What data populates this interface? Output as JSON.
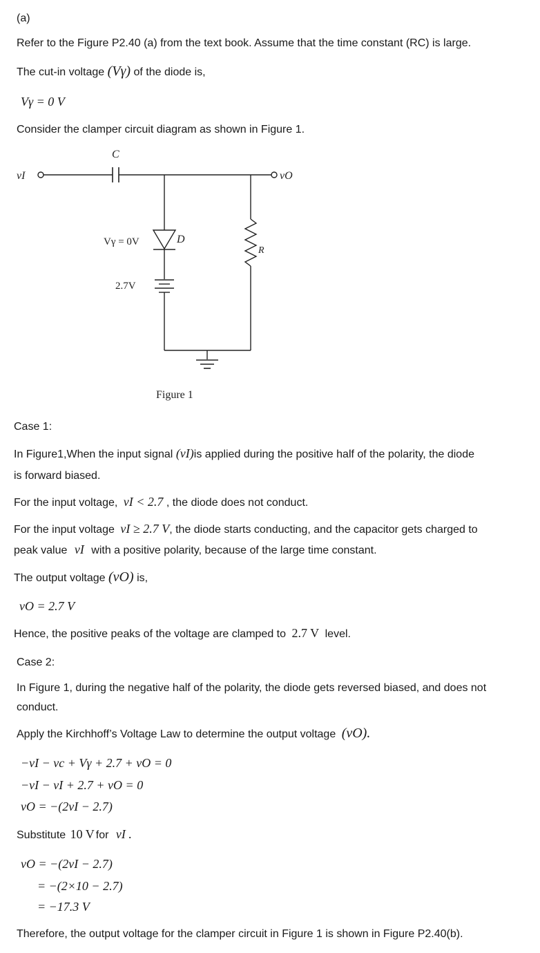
{
  "part_label": "(a)",
  "intro": "Refer to the Figure P2.40 (a) from the text book. Assume that the time constant (RC) is large.",
  "cutin_text": "The cut-in voltage",
  "cutin_symbol": "(Vγ)",
  "cutin_suffix": "of the diode is,",
  "eq_cutin": "Vγ = 0 V",
  "consider": "Consider the clamper circuit diagram as shown in Figure 1.",
  "figure": {
    "label_vi": "vI",
    "label_c": "C",
    "label_vo": "vO",
    "label_vgamma": "Vγ = 0V",
    "label_d": "D",
    "label_r": "R",
    "label_battery": "2.7V",
    "caption": "Figure 1"
  },
  "case1": {
    "heading": "Case 1:",
    "p1a": "In Figure1,When the input signal",
    "p1sym": "(vI)",
    "p1b": "is applied during the positive half of the polarity, the diode",
    "p1c": "is forward biased.",
    "p2a": "For the input voltage,",
    "p2eq": "vI < 2.7",
    "p2b": ", the diode does not conduct.",
    "p3a": "For the input voltage",
    "p3eq": "vI ≥ 2.7 V",
    "p3b": ", the diode starts conducting, and the capacitor gets charged to",
    "p3c": "peak value",
    "p3sym": "vI",
    "p3d": "with a positive polarity, because of the large time constant.",
    "p4a": "The output voltage",
    "p4sym": "(vO)",
    "p4b": "is,",
    "eq": "vO = 2.7 V",
    "p5a": "Hence, the positive peaks of the voltage are clamped to",
    "p5eq": "2.7 V",
    "p5b": "level."
  },
  "case2": {
    "heading": "Case 2:",
    "p1": "In Figure 1, during the negative half of the polarity, the diode gets reversed biased, and does not",
    "p1b": "conduct.",
    "p2a": "Apply the Kirchhoff’s Voltage Law to determine the output voltage",
    "p2sym": "(vO).",
    "eq1": "−vI − vc + Vγ + 2.7 + vO = 0",
    "eq2": "−vI − vI + 2.7 + vO = 0",
    "eq3": "vO = −(2vI − 2.7)",
    "sub_a": "Substitute",
    "sub_eq": "10 V",
    "sub_b": "for",
    "sub_sym": "vI .",
    "eq4": "vO = −(2vI − 2.7)",
    "eq5": "= −(2×10 − 2.7)",
    "eq6": "= −17.3 V",
    "conclusion": "Therefore, the output voltage for the clamper circuit in Figure 1 is shown in Figure P2.40(b)."
  }
}
